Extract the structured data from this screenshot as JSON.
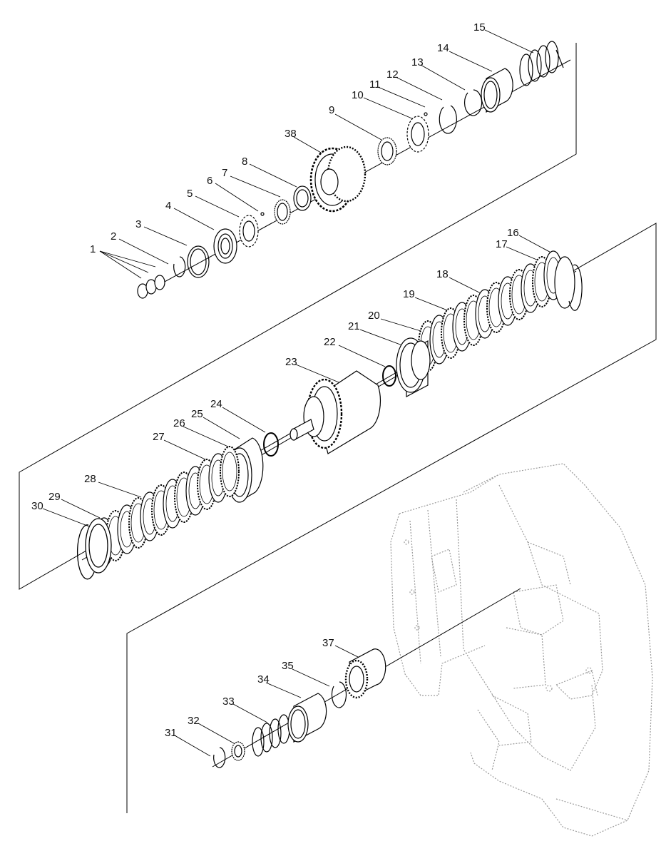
{
  "diagram": {
    "colors": {
      "line": "#000000",
      "housing": "#9a9a9a",
      "background": "#ffffff"
    },
    "icons": [
      "exploded-transmission-parts",
      "transmission-housing-ghost"
    ],
    "callouts": [
      {
        "id": "1",
        "label": "1"
      },
      {
        "id": "2",
        "label": "2"
      },
      {
        "id": "3",
        "label": "3"
      },
      {
        "id": "4",
        "label": "4"
      },
      {
        "id": "5",
        "label": "5"
      },
      {
        "id": "6",
        "label": "6"
      },
      {
        "id": "7",
        "label": "7"
      },
      {
        "id": "8",
        "label": "8"
      },
      {
        "id": "9",
        "label": "9"
      },
      {
        "id": "10",
        "label": "10"
      },
      {
        "id": "11",
        "label": "11"
      },
      {
        "id": "12",
        "label": "12"
      },
      {
        "id": "13",
        "label": "13"
      },
      {
        "id": "14",
        "label": "14"
      },
      {
        "id": "15",
        "label": "15"
      },
      {
        "id": "16",
        "label": "16"
      },
      {
        "id": "17",
        "label": "17"
      },
      {
        "id": "18",
        "label": "18"
      },
      {
        "id": "19",
        "label": "19"
      },
      {
        "id": "20",
        "label": "20"
      },
      {
        "id": "21",
        "label": "21"
      },
      {
        "id": "22",
        "label": "22"
      },
      {
        "id": "23",
        "label": "23"
      },
      {
        "id": "24",
        "label": "24"
      },
      {
        "id": "25",
        "label": "25"
      },
      {
        "id": "26",
        "label": "26"
      },
      {
        "id": "27",
        "label": "27"
      },
      {
        "id": "28",
        "label": "28"
      },
      {
        "id": "29",
        "label": "29"
      },
      {
        "id": "30",
        "label": "30"
      },
      {
        "id": "31",
        "label": "31"
      },
      {
        "id": "32",
        "label": "32"
      },
      {
        "id": "33",
        "label": "33"
      },
      {
        "id": "34",
        "label": "34"
      },
      {
        "id": "35",
        "label": "35"
      },
      {
        "id": "37",
        "label": "37"
      },
      {
        "id": "38",
        "label": "38"
      }
    ]
  }
}
